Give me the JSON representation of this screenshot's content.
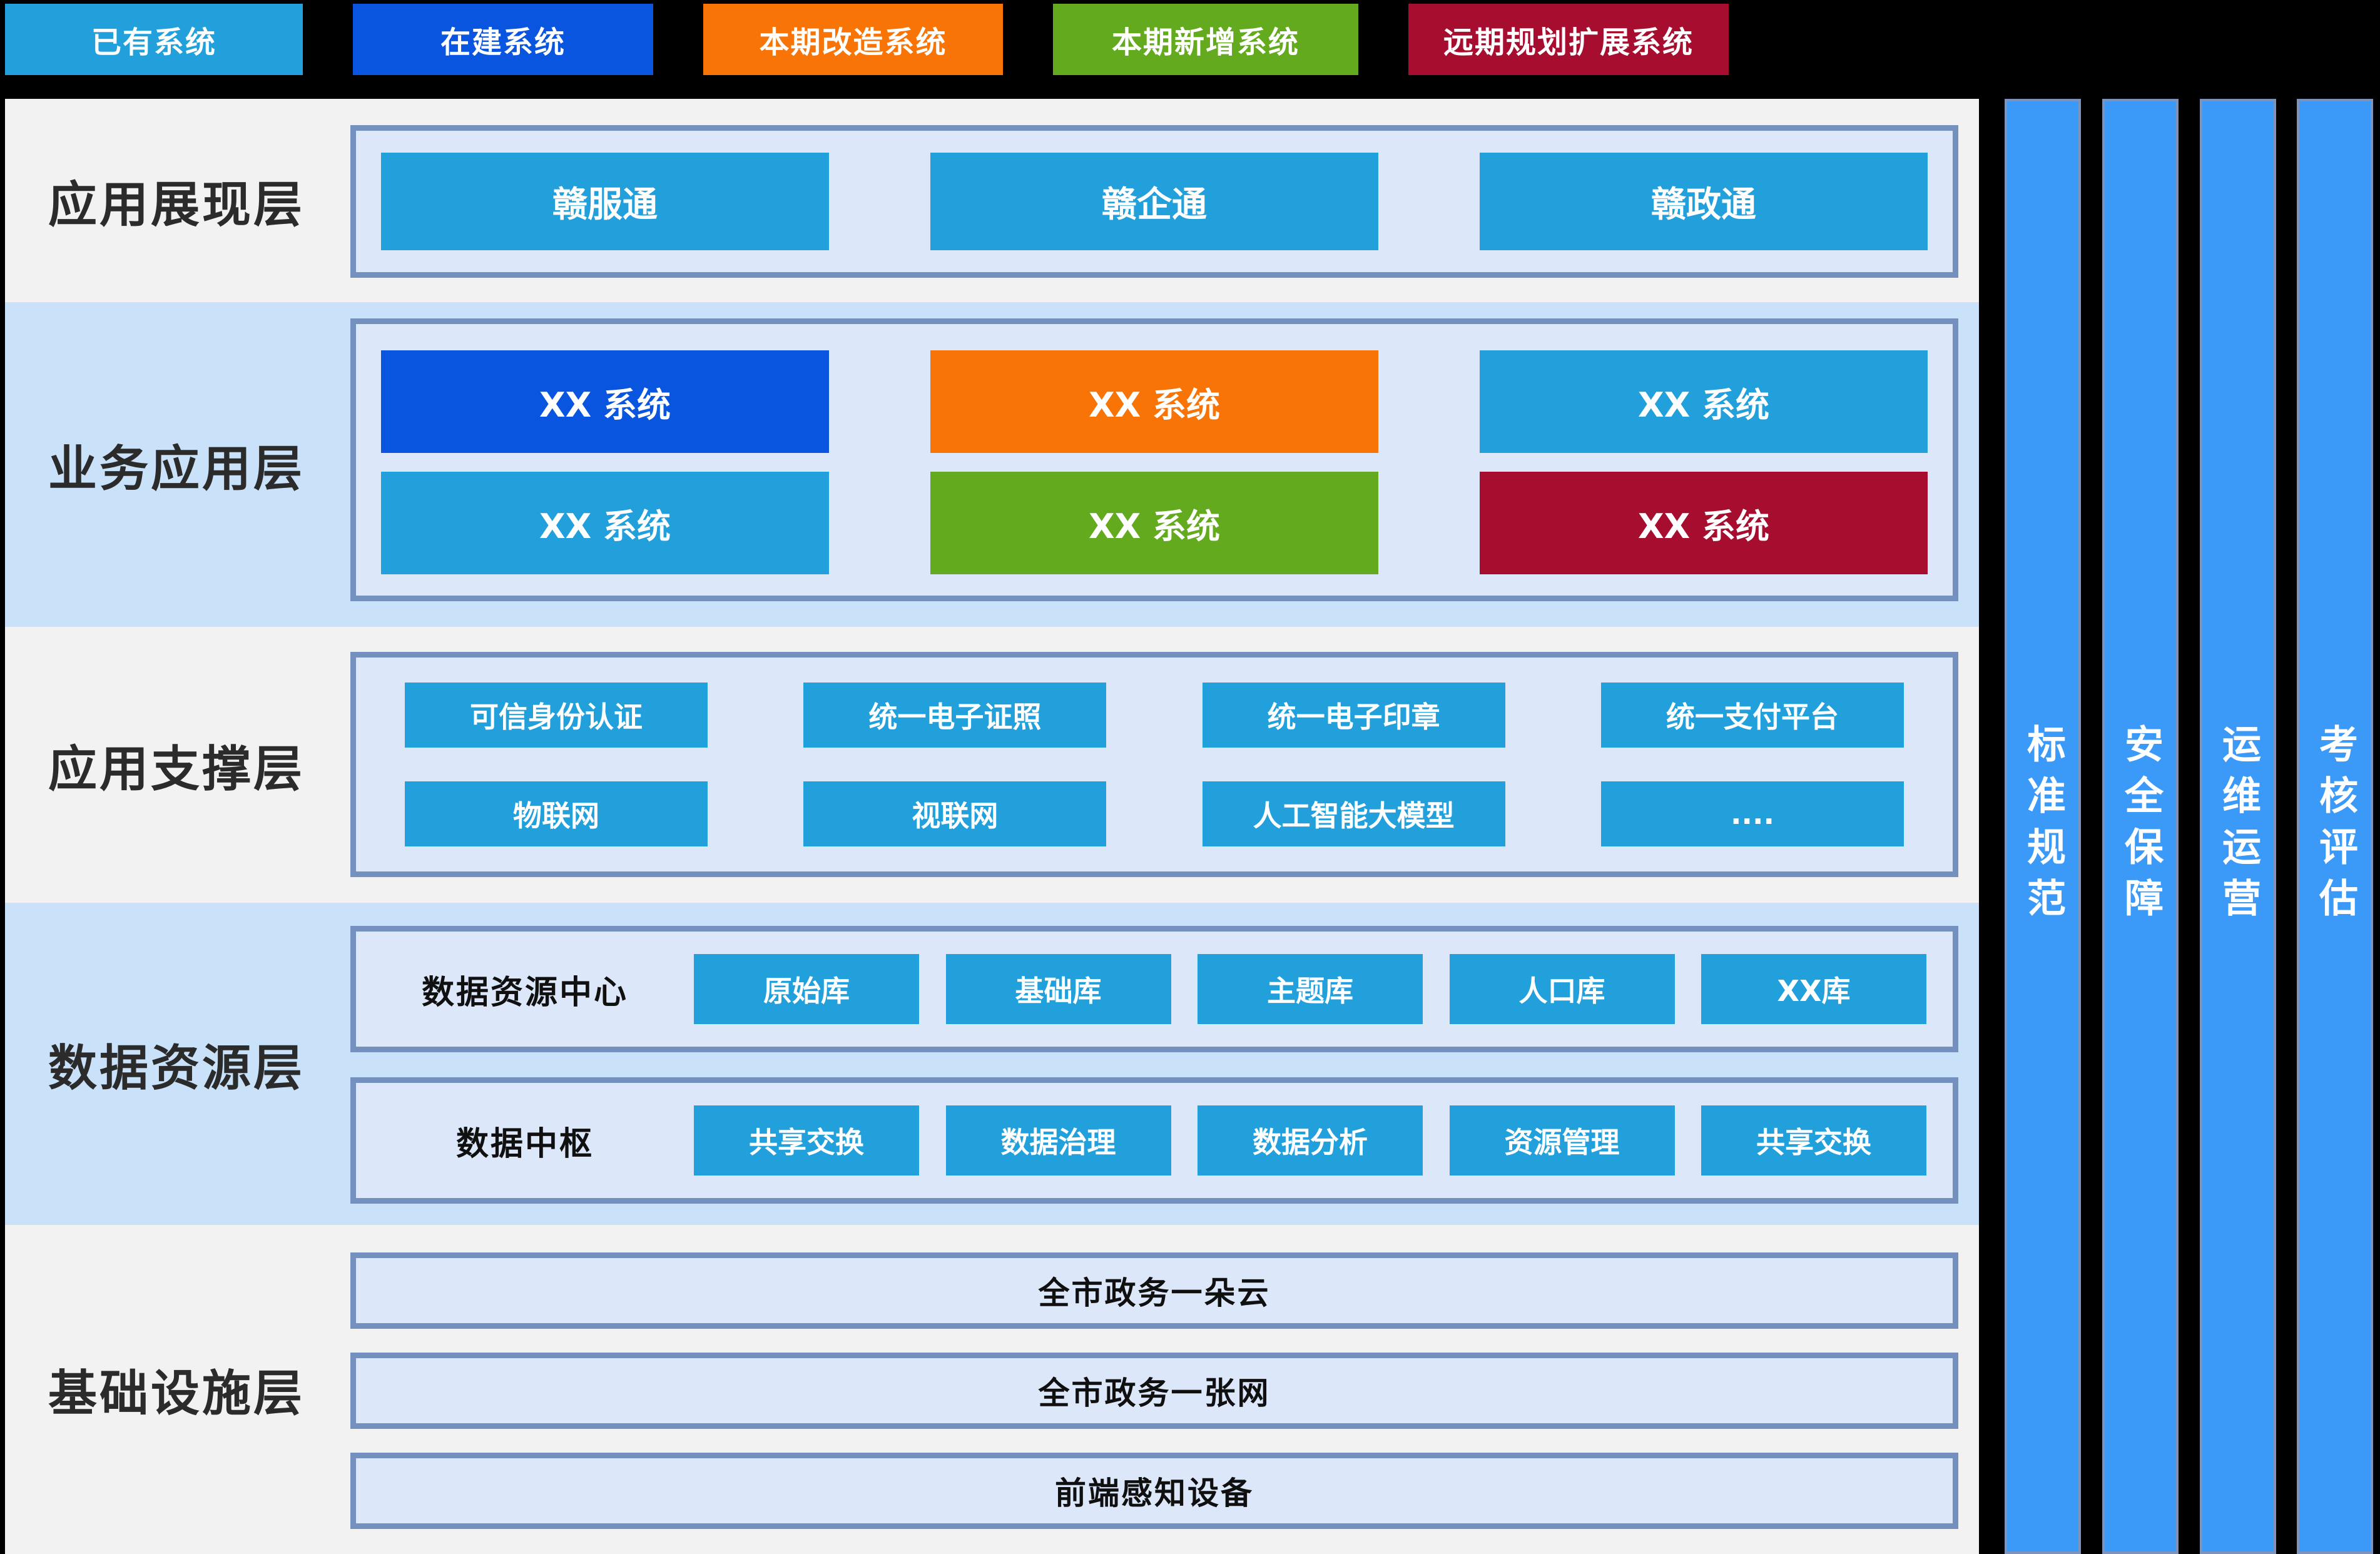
{
  "colors": {
    "page_background": "#000000",
    "band_gray": "#F2F2F3",
    "band_blue": "#C9E2F9",
    "container_fill": "#DCE8FA",
    "container_border": "#7390BF",
    "box_lightblue": "#21A0DC",
    "box_blue": "#0A55E0",
    "box_orange": "#F87406",
    "box_green": "#63AA1F",
    "box_darkred": "#A60D2F",
    "pillar_blue": "#3B99F8",
    "pillar_border": "#7E93BC"
  },
  "legend": {
    "items": [
      {
        "label": "已有系统",
        "color": "#21A0DC"
      },
      {
        "label": "在建系统",
        "color": "#0A55E0"
      },
      {
        "label": "本期改造系统",
        "color": "#F87406"
      },
      {
        "label": "本期新增系统",
        "color": "#63AA1F"
      },
      {
        "label": "远期规划扩展系统",
        "color": "#A60D2F"
      }
    ]
  },
  "layers": {
    "presentation": {
      "name": "应用展现层",
      "apps": [
        {
          "label": "赣服通",
          "color": "#21A0DC"
        },
        {
          "label": "赣企通",
          "color": "#21A0DC"
        },
        {
          "label": "赣政通",
          "color": "#21A0DC"
        }
      ]
    },
    "business": {
      "name": "业务应用层",
      "rows": [
        [
          {
            "label": "XX 系统",
            "color": "#0A55E0"
          },
          {
            "label": "XX 系统",
            "color": "#F87406"
          },
          {
            "label": "XX 系统",
            "color": "#21A0DC"
          }
        ],
        [
          {
            "label": "XX 系统",
            "color": "#21A0DC"
          },
          {
            "label": "XX 系统",
            "color": "#63AA1F"
          },
          {
            "label": "XX 系统",
            "color": "#A60D2F"
          }
        ]
      ]
    },
    "support": {
      "name": "应用支撑层",
      "rows": [
        [
          {
            "label": "可信身份认证",
            "color": "#21A0DC"
          },
          {
            "label": "统一电子证照",
            "color": "#21A0DC"
          },
          {
            "label": "统一电子印章",
            "color": "#21A0DC"
          },
          {
            "label": "统一支付平台",
            "color": "#21A0DC"
          }
        ],
        [
          {
            "label": "物联网",
            "color": "#21A0DC"
          },
          {
            "label": "视联网",
            "color": "#21A0DC"
          },
          {
            "label": "人工智能大模型",
            "color": "#21A0DC"
          },
          {
            "label": "....",
            "color": "#21A0DC"
          }
        ]
      ]
    },
    "data": {
      "name": "数据资源层",
      "groups": [
        {
          "title": "数据资源中心",
          "items": [
            {
              "label": "原始库",
              "color": "#21A0DC"
            },
            {
              "label": "基础库",
              "color": "#21A0DC"
            },
            {
              "label": "主题库",
              "color": "#21A0DC"
            },
            {
              "label": "人口库",
              "color": "#21A0DC"
            },
            {
              "label": "XX库",
              "color": "#21A0DC"
            }
          ]
        },
        {
          "title": "数据中枢",
          "items": [
            {
              "label": "共享交换",
              "color": "#21A0DC"
            },
            {
              "label": "数据治理",
              "color": "#21A0DC"
            },
            {
              "label": "数据分析",
              "color": "#21A0DC"
            },
            {
              "label": "资源管理",
              "color": "#21A0DC"
            },
            {
              "label": "共享交换",
              "color": "#21A0DC"
            }
          ]
        }
      ]
    },
    "infrastructure": {
      "name": "基础设施层",
      "bars": [
        {
          "label": "全市政务一朵云"
        },
        {
          "label": "全市政务一张网"
        },
        {
          "label": "前端感知设备"
        }
      ]
    }
  },
  "pillars": [
    {
      "label": "标准规范",
      "color": "#3B99F8"
    },
    {
      "label": "安全保障",
      "color": "#3B99F8"
    },
    {
      "label": "运维运营",
      "color": "#3B99F8"
    },
    {
      "label": "考核评估",
      "color": "#3B99F8"
    }
  ]
}
